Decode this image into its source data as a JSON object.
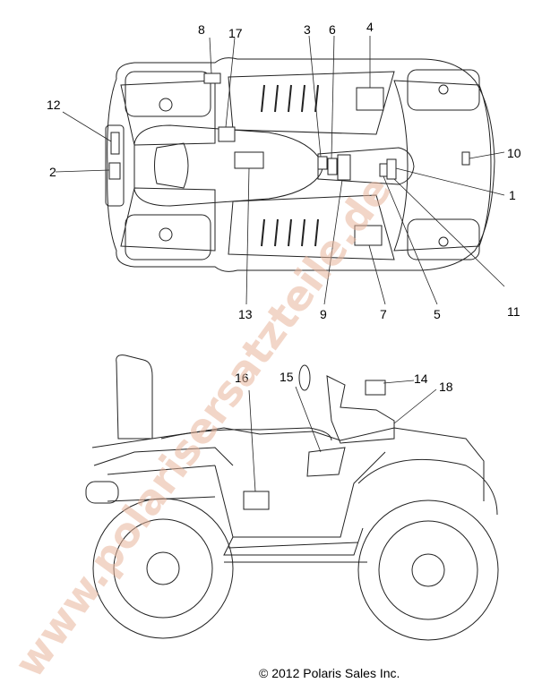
{
  "watermark": "www.polarisersatzteile.de",
  "copyright": "© 2012 Polaris Sales Inc.",
  "callouts": {
    "c1": "1",
    "c2": "2",
    "c3": "3",
    "c4": "4",
    "c5": "5",
    "c6": "6",
    "c7": "7",
    "c8": "8",
    "c9": "9",
    "c10": "10",
    "c11": "11",
    "c12": "12",
    "c13": "13",
    "c14": "14",
    "c15": "15",
    "c16": "16",
    "c17": "17",
    "c18": "18"
  }
}
